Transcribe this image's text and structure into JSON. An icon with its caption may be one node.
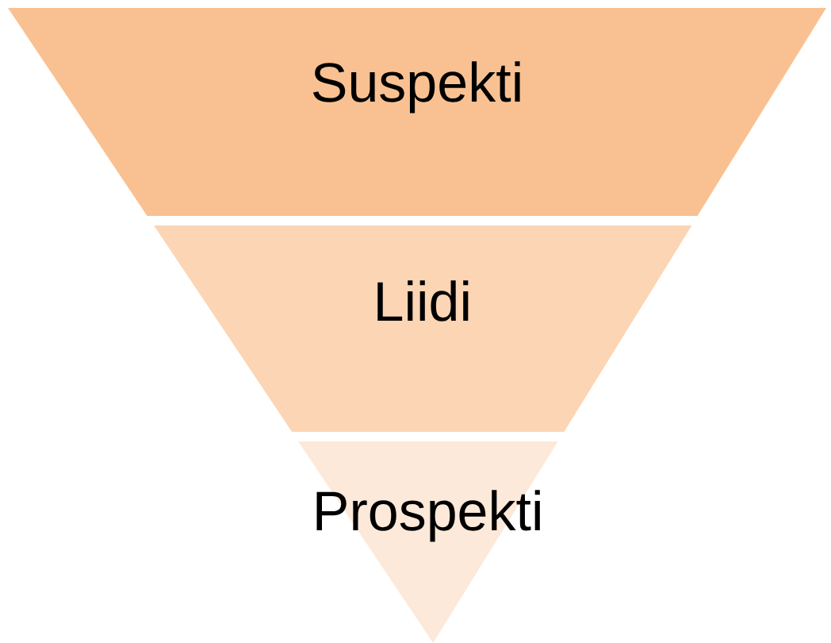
{
  "diagram": {
    "nodes": [
      {
        "text": [
          "Suspekti"
        ]
      },
      {
        "text": [
          "Liidi"
        ]
      },
      {
        "text": [
          "Prospekti"
        ]
      }
    ]
  }
}
